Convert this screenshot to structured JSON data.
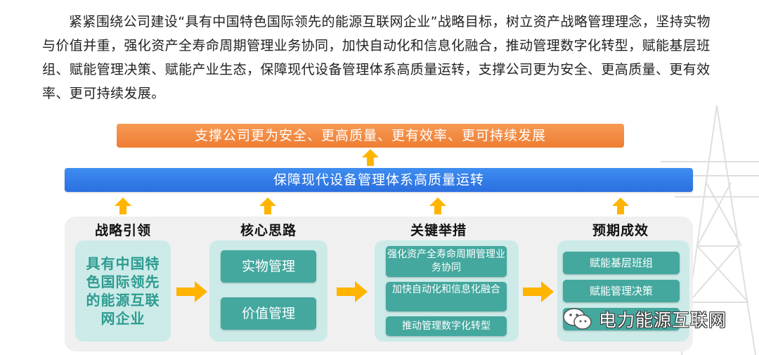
{
  "intro": {
    "paragraph": "紧紧围绕公司建设“具有中国特色国际领先的能源互联网企业”战略目标，树立资产战略管理理念，坚持实物与价值并重，强化资产全寿命周期管理业务协同，加快自动化和信息化融合，推动管理数字化转型，赋能基层班组、赋能管理决策、赋能产业生态，保障现代设备管理体系高质量运转，支撑公司更为安全、更高质量、更有效率、更可持续发展。"
  },
  "top_bar": "支撑公司更为安全、更高质量、更有效率、更可持续发展",
  "middle_bar": "保障现代设备管理体系高质量运转",
  "columns": {
    "strategy": {
      "title": "战略引领",
      "text": "具有中国特色国际领先的能源互联网企业"
    },
    "core": {
      "title": "核心思路",
      "items": [
        "实物管理",
        "价值管理"
      ]
    },
    "measures": {
      "title": "关键举措",
      "items": [
        "强化资产全寿命周期管理业务协同",
        "加快自动化和信息化融合",
        "推动管理数字化转型"
      ]
    },
    "results": {
      "title": "预期成效",
      "items": [
        "赋能基层班组",
        "赋能管理决策"
      ]
    }
  },
  "watermark": {
    "text": "电力能源互联网",
    "icon": "wechat-icon"
  },
  "colors": {
    "orange_bar": "#ef7f35",
    "blue_bar": "#2f75e5",
    "arrow": "#ffb400",
    "teal_chip": "#44a89f",
    "teal_box": "#ccebe8",
    "teal_text": "#2d9b91"
  }
}
